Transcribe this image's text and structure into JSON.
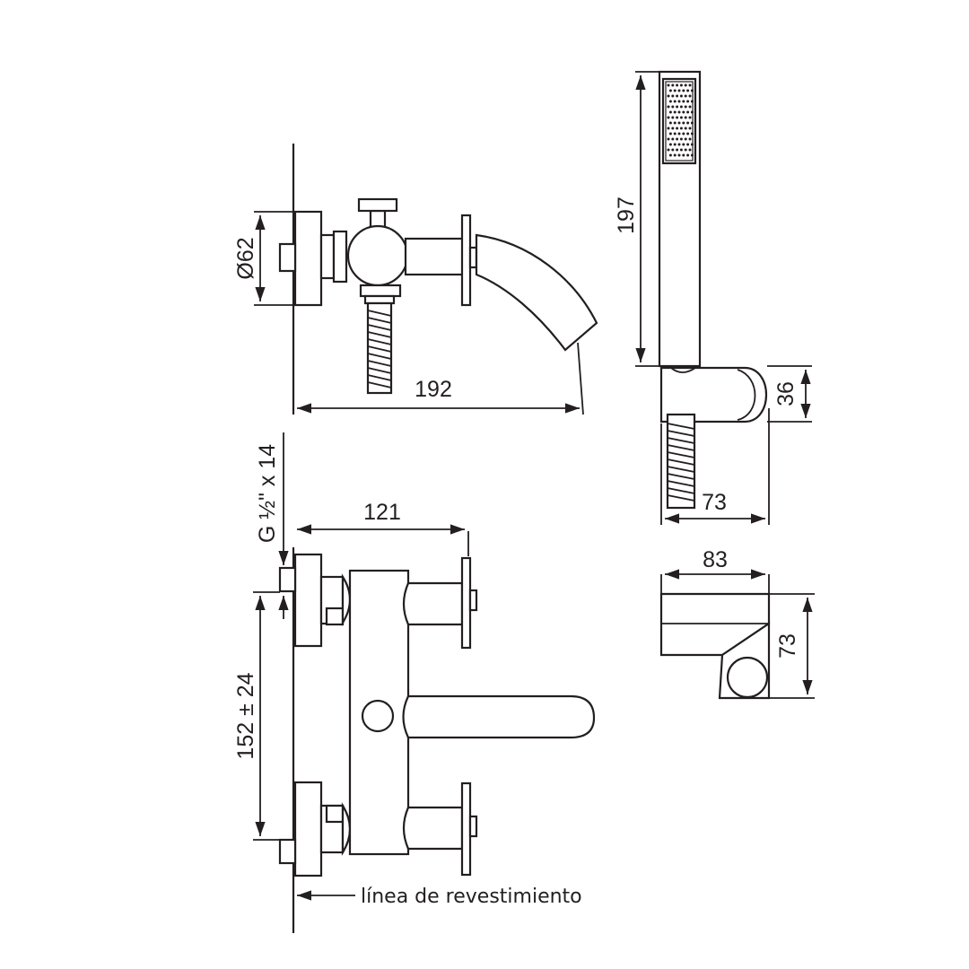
{
  "dimensions": {
    "diameter": "Ø62",
    "spout_length": "192",
    "shower_length": "197",
    "holder_height": "36",
    "holder_depth": "73",
    "thread": "G ½\" x 14",
    "body_width": "121",
    "center_distance": "152 ± 24",
    "bracket_width": "83",
    "bracket_height": "73"
  },
  "labels": {
    "wall_line": "línea de revestimiento"
  },
  "colors": {
    "line": "#231f20",
    "background": "#ffffff"
  }
}
